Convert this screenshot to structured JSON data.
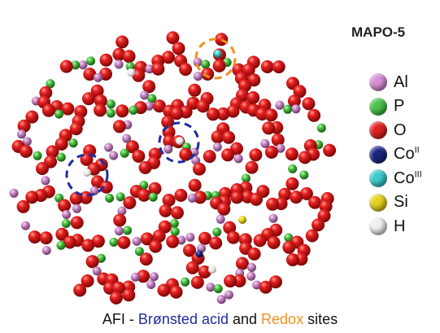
{
  "title": "MAPO-5",
  "legend": [
    {
      "symbol": "Al",
      "sup": "",
      "color": "#d88fd6"
    },
    {
      "symbol": "P",
      "sup": "",
      "color": "#4cc24a"
    },
    {
      "symbol": "O",
      "sup": "",
      "color": "#e02020"
    },
    {
      "symbol": "Co",
      "sup": "II",
      "color": "#1a2680"
    },
    {
      "symbol": "Co",
      "sup": "III",
      "color": "#3ccccc"
    },
    {
      "symbol": "Si",
      "sup": "",
      "color": "#e6d21c"
    },
    {
      "symbol": "H",
      "sup": "",
      "color": "#f0f0f0"
    }
  ],
  "caption": {
    "prefix": "AFI - ",
    "bronsted": "Brønsted acid",
    "middle": " and ",
    "redox": "Redox",
    "suffix": " sites",
    "bronsted_color": "#1f2d9c",
    "redox_color": "#f0901e"
  },
  "site_colors": {
    "bronsted": "#1f2d9c",
    "redox": "#f0901e"
  }
}
